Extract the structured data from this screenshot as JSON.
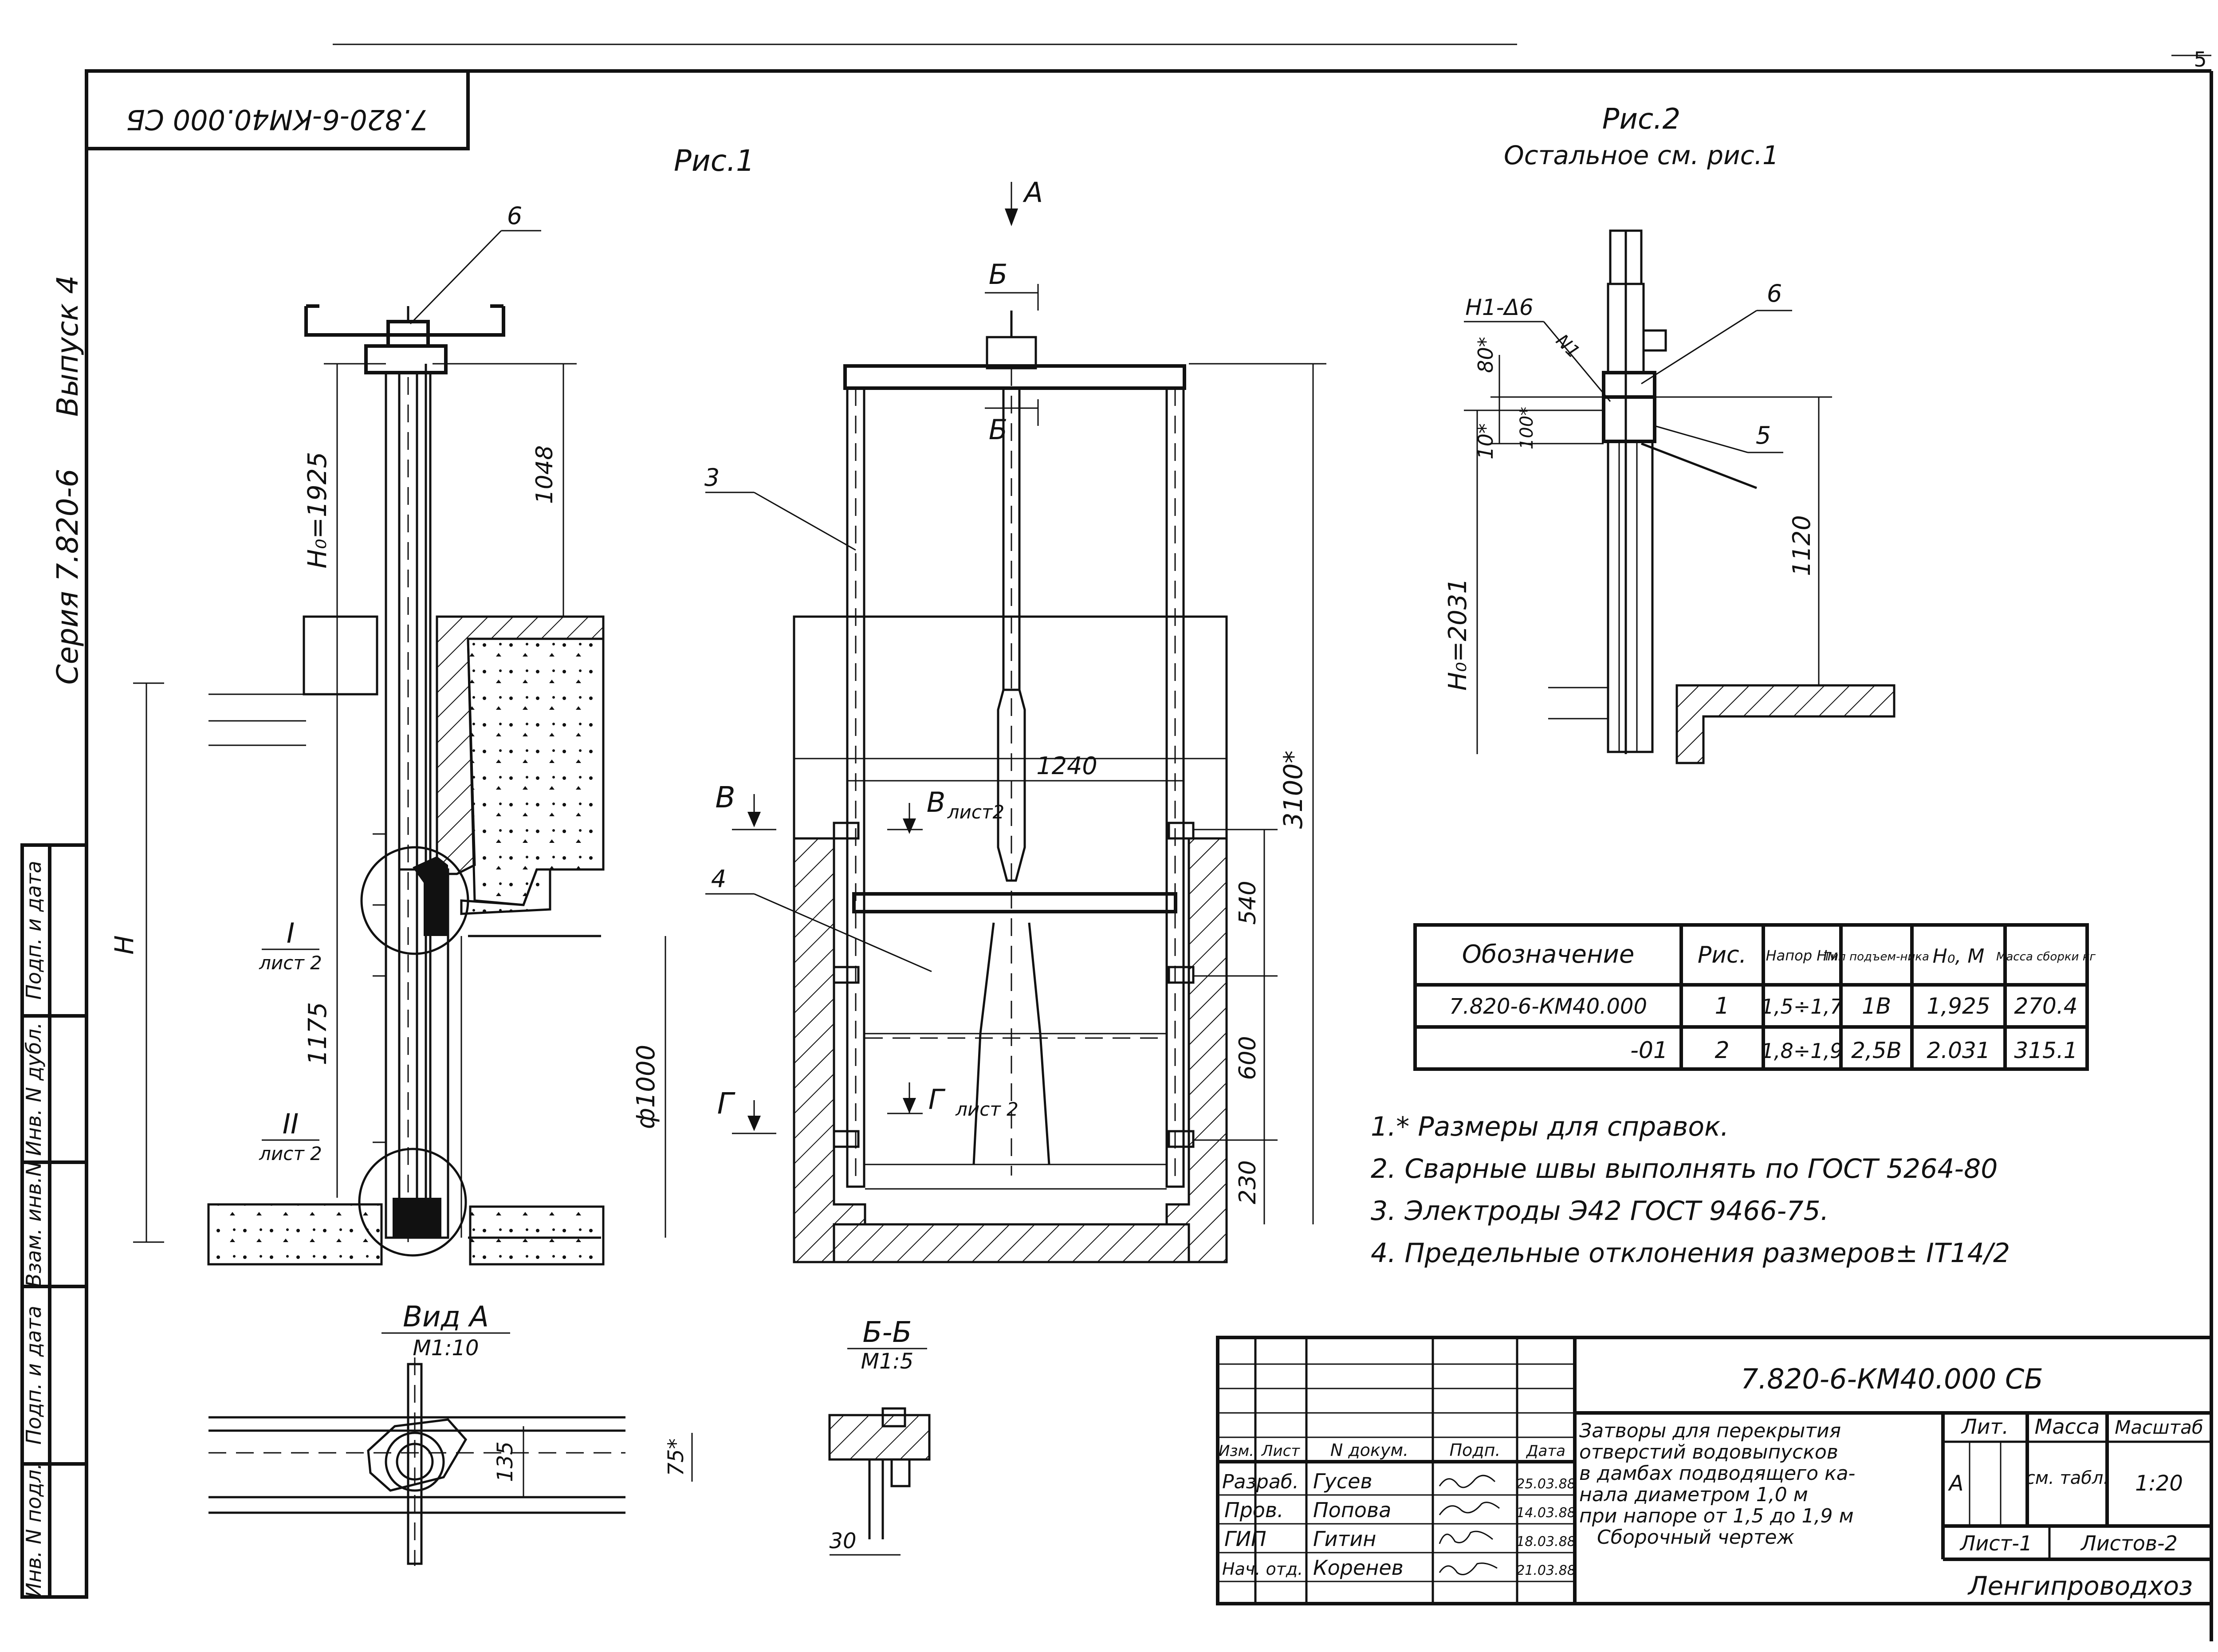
{
  "frame": {
    "rotated_code": "7.820-6-КМ40.000 СБ",
    "sheet_number": "5",
    "series": "Серия 7.820-6",
    "issue": "Выпуск 4",
    "side_stamp": [
      "Подп. и дата",
      "Инв. N дубл.",
      "Взам. инв.N",
      "Подп. и дата",
      "Инв. N подл."
    ]
  },
  "fig1": {
    "title": "Рис.1",
    "callouts": [
      "6",
      "3",
      "4"
    ],
    "dims": {
      "h0": "H₀=1925",
      "d1048": "1048",
      "H": "H",
      "d1175": "1175",
      "dia": "ф1000",
      "overall": "3100*",
      "width": "1240",
      "d540": "540",
      "d600": "600",
      "d230": "230"
    },
    "nodes": [
      {
        "label": "I",
        "sheet": "лист 2"
      },
      {
        "label": "II",
        "sheet": "лист 2"
      }
    ],
    "view_arrow": "А",
    "sections": [
      {
        "label": "Б",
        "sheet": ""
      },
      {
        "label": "В",
        "sheet": "лист2"
      },
      {
        "label": "Г",
        "sheet": "лист 2"
      }
    ]
  },
  "fig2": {
    "title": "Рис.2",
    "subtitle": "Остальное см. рис.1",
    "callouts": [
      "6",
      "5",
      "N1"
    ],
    "dims": {
      "h1": "H1-Δ6",
      "d80": "80*",
      "d10": "10*",
      "d100": "100*",
      "d1120": "1120",
      "h0": "H₀=2031"
    }
  },
  "view_a": {
    "title": "Вид А",
    "scale": "М1:10",
    "d135": "135",
    "d75": "75*"
  },
  "section_bb": {
    "title": "Б-Б",
    "scale": "М1:5",
    "d30": "30"
  },
  "table": {
    "headers": [
      "Обозначение",
      "Рис.",
      "Напор Нм",
      "Тип подъем-ника",
      "Н₀, М",
      "Масса сборки кг"
    ],
    "rows": [
      [
        "7.820-6-КМ40.000",
        "1",
        "1,5÷1,7",
        "1В",
        "1,925",
        "270.4"
      ],
      [
        "-01",
        "2",
        "1,8÷1,9",
        "2,5В",
        "2.031",
        "315.1"
      ]
    ]
  },
  "notes": [
    "1.* Размеры для справок.",
    "2. Сварные швы выполнять по ГОСТ 5264-80",
    "3. Электроды Э42 ГОСТ 9466-75.",
    "4. Предельные отклонения размеров± IT14/2"
  ],
  "title_block": {
    "code": "7.820-6-КМ40.000 СБ",
    "name_lines": [
      "Затворы для перекрытия",
      "отверстий водовыпусков",
      "в дамбах подводящего ка-",
      "нала диаметром 1,0 м",
      "при напоре от 1,5 до 1,9 м",
      "Сборочный чертеж"
    ],
    "col_headers": [
      "Изм.",
      "Лист",
      "N докум.",
      "Подп.",
      "Дата"
    ],
    "staff": [
      {
        "role": "Разраб.",
        "name": "Гусев",
        "date": "25.03.88"
      },
      {
        "role": "Пров.",
        "name": "Попова",
        "date": "14.03.88"
      },
      {
        "role": "ГИП",
        "name": "Гитин",
        "date": "18.03.88"
      },
      {
        "role": "Нач. отд.",
        "name": "Коренев",
        "date": "21.03.88"
      }
    ],
    "lit_label": "Лит.",
    "lit_value": "А",
    "mass_label": "Масса",
    "mass_value": "см. табл.",
    "scale_label": "Масштаб",
    "scale_value": "1:20",
    "sheet": "Лист-1",
    "sheets": "Листов-2",
    "org": "Ленгипроводхоз"
  }
}
